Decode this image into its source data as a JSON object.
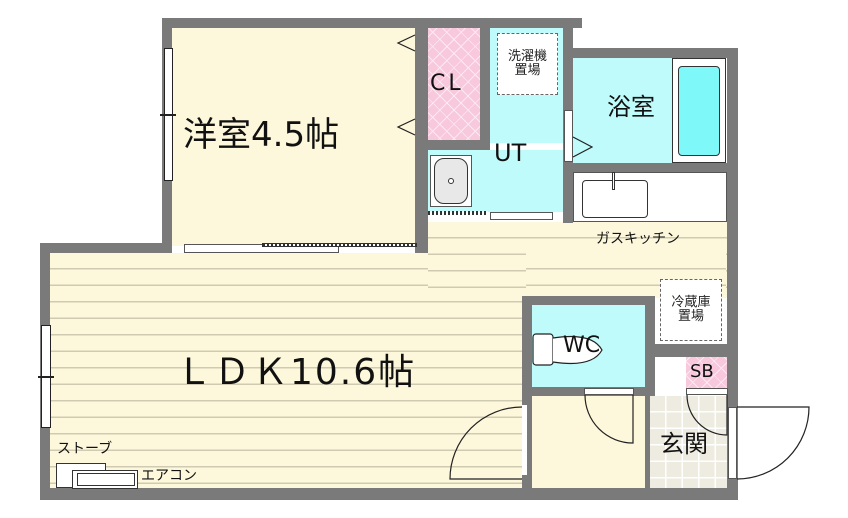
{
  "floorplan": {
    "rooms": {
      "western_room": {
        "label": "洋室4.5帖"
      },
      "closet": {
        "label": "CL"
      },
      "utility": {
        "label": "UT"
      },
      "washer_space": {
        "line1": "洗濯機",
        "line2": "置場"
      },
      "bathroom": {
        "label": "浴室"
      },
      "kitchen": {
        "label": "ガスキッチン"
      },
      "ldk": {
        "label": "ＬＤＫ10.6帖"
      },
      "fridge_space": {
        "line1": "冷蔵庫",
        "line2": "置場"
      },
      "toilet": {
        "label": "WC"
      },
      "shoe_box": {
        "label": "SB"
      },
      "entrance": {
        "label": "玄関"
      }
    },
    "fixtures": {
      "stove": {
        "label": "ストーブ"
      },
      "air_conditioner": {
        "label": "エアコン"
      }
    },
    "colors": {
      "wall": "#7a7a7a",
      "wood_floor": "#fdf8dc",
      "wet_area": "#c0fbfb",
      "closet_pink": "#f8c8dc",
      "entrance_tile": "#eeebe1",
      "bathtub": "#7ef8f8"
    }
  }
}
